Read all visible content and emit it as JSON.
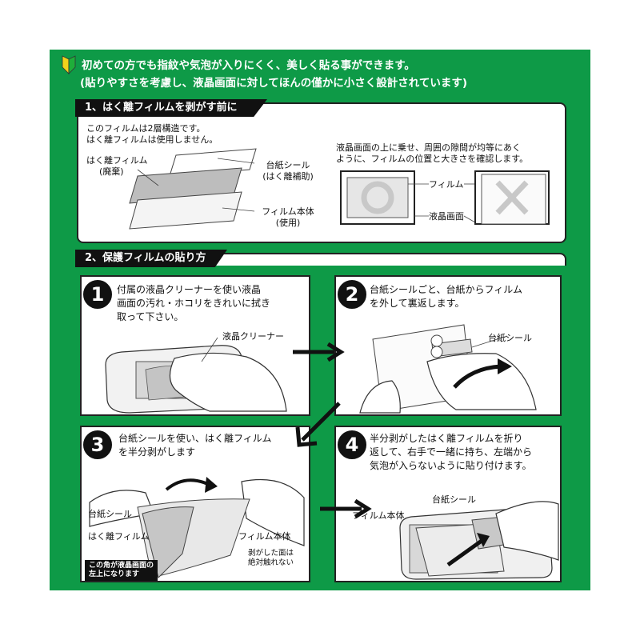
{
  "header": {
    "headline": "初めての方でも指紋や気泡が入りにくく、美しく貼る事ができます。",
    "subline": "(貼りやすさを考慮し、液晶画面に対してほんの僅かに小さく設計されています)"
  },
  "section1": {
    "title": "1、はく離フィルムを剥がす前に",
    "intro_line1": "このフィルムは2層構造です。",
    "intro_line2": "はく離フィルムは使用しません。",
    "peel_film_label": "はく離フィルム",
    "peel_film_note": "(廃棄)",
    "mount_seal_label": "台紙シール",
    "mount_seal_note": "(はく離補助)",
    "film_body_label": "フィルム本体",
    "film_body_note": "(使用)",
    "check_line1": "液晶画面の上に乗せ、周囲の隙間が均等にあく",
    "check_line2": "ように、フィルムの位置と大きさを確認します。",
    "film_label": "フィルム",
    "screen_label": "液晶画面"
  },
  "section2": {
    "title": "2、保護フィルムの貼り方",
    "steps": [
      {
        "number": "1",
        "line1": "付属の液晶クリーナーを使い液晶",
        "line2": "画面の汚れ・ホコリをきれいに拭き",
        "line3": "取って下さい。",
        "callout": "液晶クリーナー"
      },
      {
        "number": "2",
        "line1": "台紙シールごと、台紙からフィルム",
        "line2": "を外して裏返します。",
        "callout": "台紙シール"
      },
      {
        "number": "3",
        "line1": "台紙シールを使い、はく離フィルム",
        "line2": "を半分剥がします",
        "callout_seal": "台紙シール",
        "callout_peel": "はく離フィルム",
        "callout_body": "フィルム本体",
        "warn_line1": "この角が液晶画面の",
        "warn_line2": "左上になります",
        "note_line1": "剥がした面は",
        "note_line2": "絶対触れない"
      },
      {
        "number": "4",
        "line1": "半分剥がしたはく離フィルムを折り",
        "line2": "返して、右手で一緒に持ち、左端から",
        "line3": "気泡が入らないように貼り付けます。",
        "callout_seal": "台紙シール",
        "callout_body": "フィルム本体"
      }
    ]
  },
  "colors": {
    "frame_green": "#0e9a47",
    "leaf_green": "#1fae3a",
    "leaf_yellow": "#f2d31b",
    "panel_border": "#222222"
  },
  "icons": {
    "beginner": "beginner-leaf-icon",
    "ok": "circle-ok-icon",
    "ng": "cross-ng-icon",
    "arrow": "right-arrow-icon"
  }
}
